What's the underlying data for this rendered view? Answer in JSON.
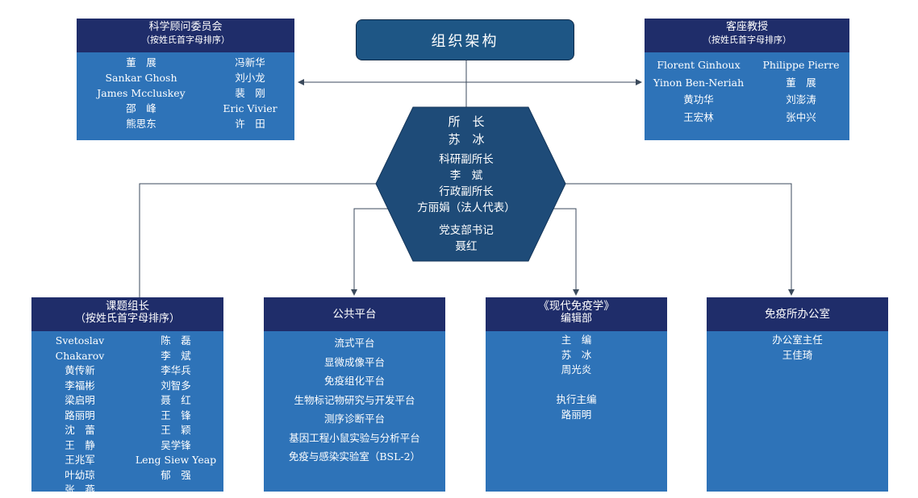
{
  "title": "组织架构",
  "advisory": {
    "title": "科学顾问委员会",
    "subtitle": "（按姓氏首字母排序）",
    "left": [
      "董　展",
      "Sankar Ghosh",
      "James Mccluskey",
      "邵　峰",
      "熊思东"
    ],
    "right": [
      "冯新华",
      "刘小龙",
      "裴　刚",
      "Eric Vivier",
      "许　田"
    ]
  },
  "visiting": {
    "title": "客座教授",
    "subtitle": "（按姓氏首字母排序）",
    "left": [
      "Florent Ginhoux",
      "Yinon Ben-Neriah",
      "黄功华",
      "王宏林"
    ],
    "right": [
      "Philippe Pierre",
      "董　展",
      "刘澎涛",
      "张中兴"
    ]
  },
  "leadership": {
    "director_title": "所　长",
    "director_name": "苏　冰",
    "deputy_research_title": "科研副所长",
    "deputy_research_name": "李　斌",
    "deputy_admin_title": "行政副所长",
    "deputy_admin_name": "方丽娟（法人代表）",
    "party_title": "党支部书记",
    "party_name": "聂红"
  },
  "group_leaders": {
    "title": "课题组长",
    "subtitle": "（按姓氏首字母排序）",
    "left": [
      "Svetoslav Chakarov",
      "黄传新",
      "李福彬",
      "梁启明",
      "路丽明",
      "沈　蕾",
      "王　静",
      "王兆军",
      "叶幼琼",
      "张　燕"
    ],
    "right": [
      "陈　磊",
      "李　斌",
      "李华兵",
      "刘智多",
      "聂　红",
      "王　锋",
      "王　颖",
      "吴学锋",
      "Leng Siew Yeap",
      "郁　强"
    ]
  },
  "platforms": {
    "title": "公共平台",
    "items": [
      "流式平台",
      "显微成像平台",
      "免疫组化平台",
      "生物标记物研究与开发平台",
      "测序诊断平台",
      "基因工程小鼠实验与分析平台",
      "免疫与感染实验室（BSL-2）"
    ]
  },
  "journal": {
    "title": "《现代免疫学》",
    "subtitle": "编辑部",
    "items": [
      "主　编",
      "苏　冰",
      "周光炎",
      "",
      "执行主编",
      "路丽明"
    ]
  },
  "office": {
    "title": "免疫所办公室",
    "items": [
      "办公室主任",
      "王佳琦"
    ]
  },
  "colors": {
    "box_fill": "#2e73b8",
    "box_header": "#1f2d6a",
    "hexagon": "#1e4b78",
    "title_fill": "#1e5685",
    "connector": "#3b4a5c"
  }
}
